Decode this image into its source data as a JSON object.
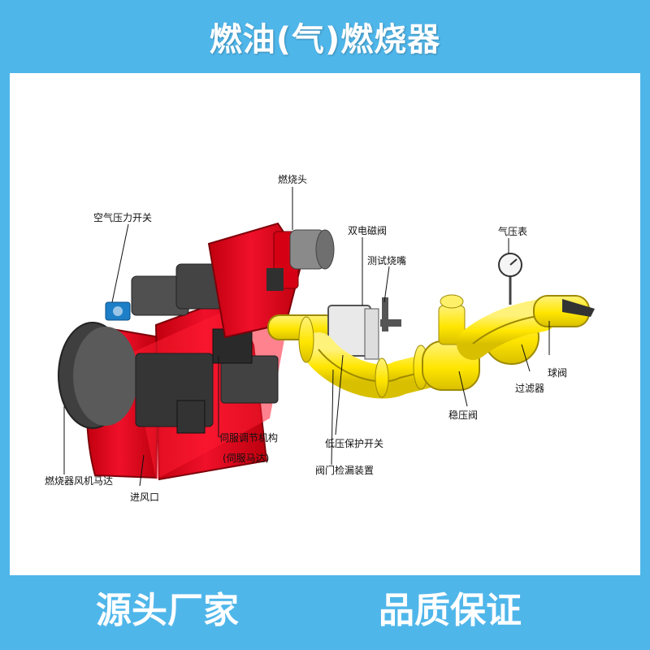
{
  "header": {
    "title": "燃油(气)燃烧器"
  },
  "diagram": {
    "labels": {
      "burner_head": "燃烧头",
      "air_pressure_switch": "空气压力开关",
      "dual_solenoid_valve": "双电磁阀",
      "test_nozzle": "测试烧嘴",
      "pressure_gauge": "气压表",
      "ball_valve": "球阀",
      "filter": "过滤器",
      "pressure_regulator": "稳压阀",
      "low_pressure_switch": "低压保护开关",
      "valve_leak_check": "阀门检漏装置",
      "servo_mechanism": "伺服调节机构",
      "servo_motor": "(伺服马达)",
      "fan_motor": "燃烧器风机马达",
      "air_inlet": "进风口"
    }
  },
  "footer": {
    "left": "源头厂家",
    "right": "品质保证"
  },
  "colors": {
    "background": "#4fb6ea",
    "burner_red": "#e60012",
    "gas_train_yellow": "#ffe600",
    "dark_gray": "#4a4a4a"
  }
}
